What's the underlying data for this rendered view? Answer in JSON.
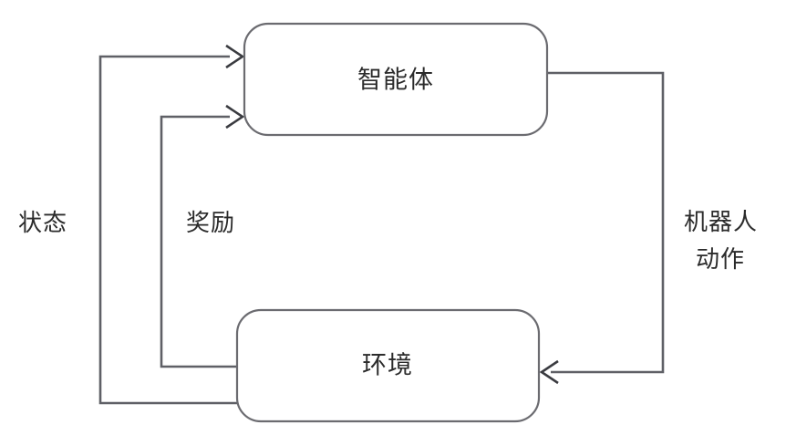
{
  "diagram": {
    "title": "",
    "colors": {
      "background": "#ffffff",
      "box_stroke": "#6b6b70",
      "edge_stroke": "#5f6066",
      "arrow_stroke": "#3a3b40",
      "text": "#2b2b2b"
    },
    "nodes": [
      {
        "id": "agent",
        "label": "智能体",
        "shape": "rounded-rectangle"
      },
      {
        "id": "environment",
        "label": "环境",
        "shape": "rounded-rectangle"
      }
    ],
    "edges": [
      {
        "id": "state",
        "label": "状态",
        "from": "environment",
        "to": "agent",
        "arrow": "to-agent"
      },
      {
        "id": "reward",
        "label": "奖励",
        "from": "environment",
        "to": "agent",
        "arrow": "to-agent"
      },
      {
        "id": "action",
        "label_line1": "机器人",
        "label_line2": "动作",
        "from": "agent",
        "to": "environment",
        "arrow": "to-environment"
      }
    ]
  }
}
